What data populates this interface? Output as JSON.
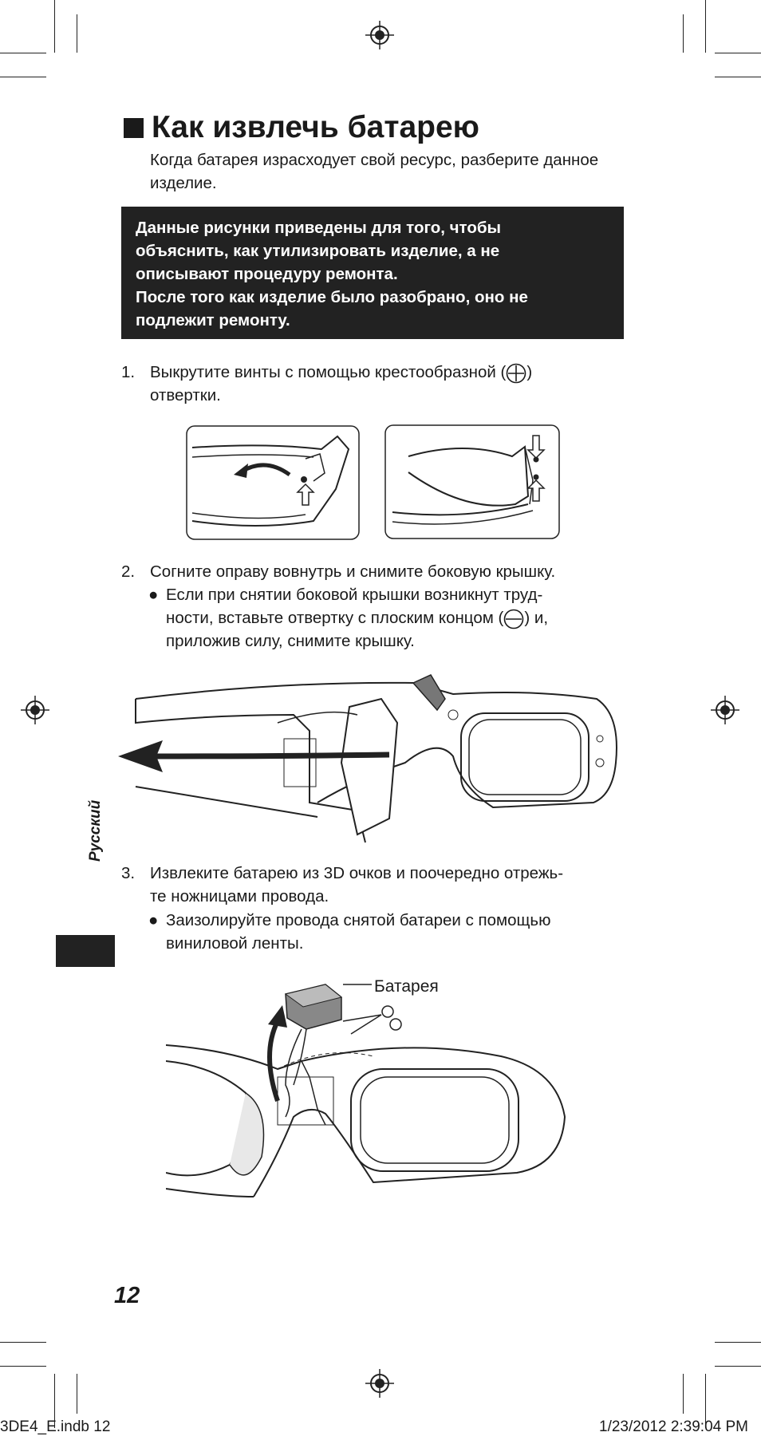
{
  "title": "Как извлечь батарею",
  "intro": "Когда батарея израсходует свой ресурс, разберите данное изделие.",
  "notice": {
    "line1": "Данные рисунки приведены для того, чтобы",
    "line2": "объяснить, как утилизировать изделие, а не",
    "line3": "описывают процедуру ремонта.",
    "line4": "После того как изделие было разобрано, оно не",
    "line5": "подлежит ремонту."
  },
  "step1": {
    "number": "1.",
    "text_a": "Выкрутите винты с помощью крестообразной (",
    "text_b": ")",
    "text_c": "отвертки."
  },
  "step2": {
    "number": "2.",
    "text": "Согните оправу вовнутрь и снимите боковую крышку.",
    "bullet_a": "Если при снятии боковой крышки возникнут труд-",
    "bullet_b": "ности, вставьте отвертку с плоским концом (",
    "bullet_c": ") и,",
    "bullet_d": "приложив силу, снимите крышку."
  },
  "step3": {
    "number": "3.",
    "text_a": "Извлеките батарею из 3D очков и поочередно отрежь-",
    "text_b": "те ножницами провода.",
    "bullet_a": "Заизолируйте провода снятой батареи с помощью",
    "bullet_b": "виниловой ленты."
  },
  "battery_label": "Батарея",
  "side_label": "Русский",
  "page_number": "12",
  "slug_left": "3DE4_E.indb   12",
  "slug_right": "1/23/2012   2:39:04 PM",
  "bullet_symbol": "●",
  "colors": {
    "ink": "#1a1a1a",
    "notice_bg": "#222222",
    "notice_text": "#ffffff"
  }
}
